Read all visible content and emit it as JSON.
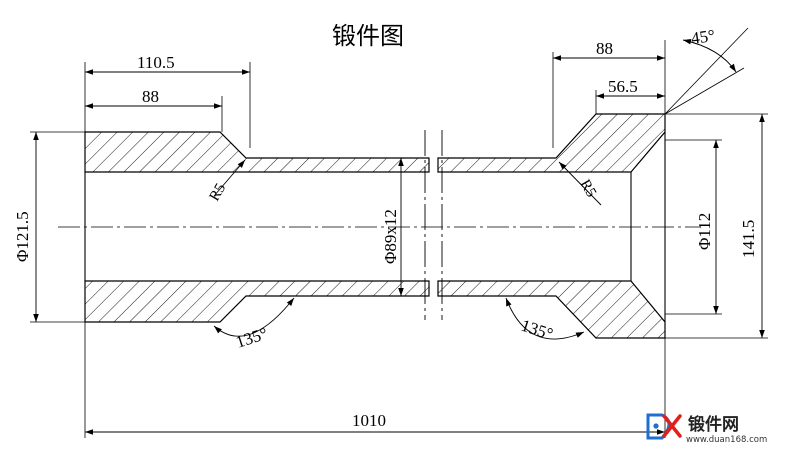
{
  "title": "锻件图",
  "dimensions": {
    "overall_length": "1010",
    "left_outer_length": "110.5",
    "left_inner_length": "88",
    "right_outer_length": "88",
    "right_inner_length": "56.5",
    "left_radius": "R5",
    "right_radius": "R5",
    "left_diameter": "Φ121.5",
    "bore_diameter": "Φ89x12",
    "right_bore_diameter": "Φ112",
    "right_outer_diameter": "141.5",
    "left_angle": "135°",
    "right_angle": "135°",
    "chamfer_angle": "45°"
  },
  "logo": {
    "name": "锻件网",
    "url": "www.duan168.com",
    "colors": {
      "red": "#e0201a",
      "blue": "#1e6fd0",
      "dark": "#222222"
    }
  },
  "colors": {
    "line": "#000000",
    "background": "#ffffff"
  }
}
